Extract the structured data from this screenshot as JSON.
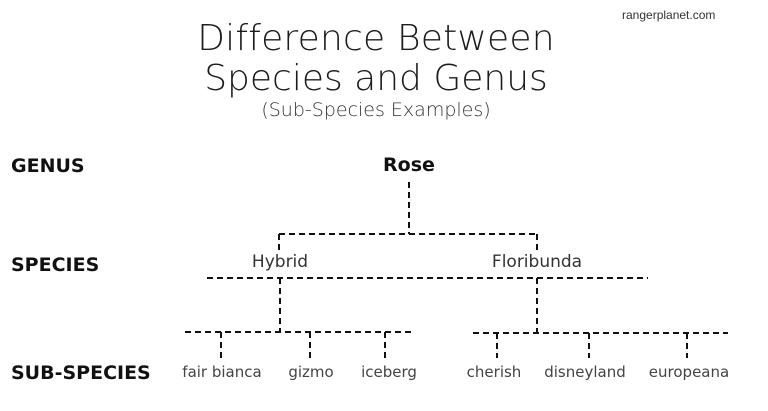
{
  "watermark": "rangerplanet.com",
  "title": {
    "line1": "Difference Between",
    "line2": "Species and Genus",
    "subtitle": "(Sub-Species Examples)"
  },
  "levels": {
    "genus": "GENUS",
    "species": "SPECIES",
    "subspecies": "SUB-SPECIES"
  },
  "tree": {
    "genus": "Rose",
    "species": [
      {
        "name": "Hybrid",
        "subspecies": [
          "fair bianca",
          "gizmo",
          "iceberg"
        ]
      },
      {
        "name": "Floribunda",
        "subspecies": [
          "cherish",
          "disneyland",
          "europeana"
        ]
      }
    ]
  },
  "colors": {
    "line": "#111111",
    "text": "#1a1a1a"
  }
}
